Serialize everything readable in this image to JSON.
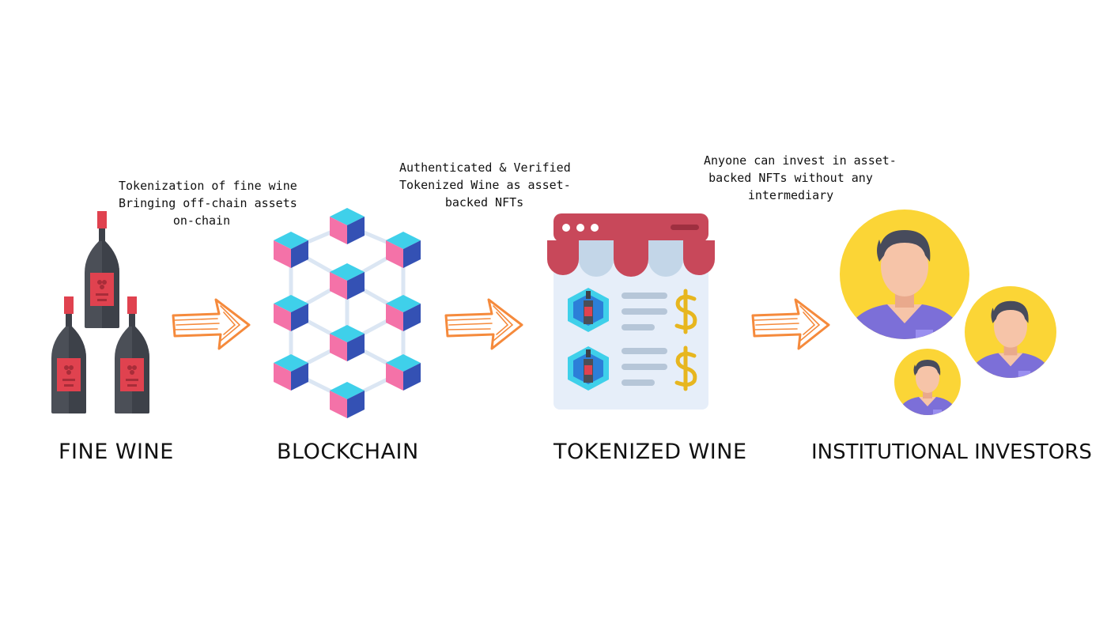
{
  "stages": {
    "fine_wine": "FINE WINE",
    "blockchain": "BLOCKCHAIN",
    "tokenized_wine": "TOKENIZED WINE",
    "investors": "INSTITUTIONAL INVESTORS"
  },
  "annotations": {
    "tokenization": [
      "Tokenization of fine wine",
      "Bringing off-chain assets",
      "on-chain"
    ],
    "verified": [
      "Authenticated & Verified",
      "Tokenized Wine as asset-",
      "backed NFTs"
    ],
    "invest": [
      "Anyone can invest in asset-",
      "backed NFTs without any",
      "intermediary"
    ]
  },
  "icons": {
    "wine": "wine-bottles-icon",
    "blockchain": "blockchain-cubes-icon",
    "store": "nft-store-icon",
    "investors": "investors-avatars-icon",
    "arrow": "hand-drawn-arrow-icon"
  },
  "colors": {
    "arrow": "#f58a3c",
    "bottle": "#4b4f57",
    "bottle_cap": "#e0424f",
    "cube_pink": "#f472a8",
    "cube_cyan": "#3fd0ea",
    "cube_blue": "#3451b4",
    "store_red": "#c8485a",
    "dollar": "#e7b61f",
    "avatar_bg": "#fbd536",
    "shirt": "#7c6fd8"
  }
}
